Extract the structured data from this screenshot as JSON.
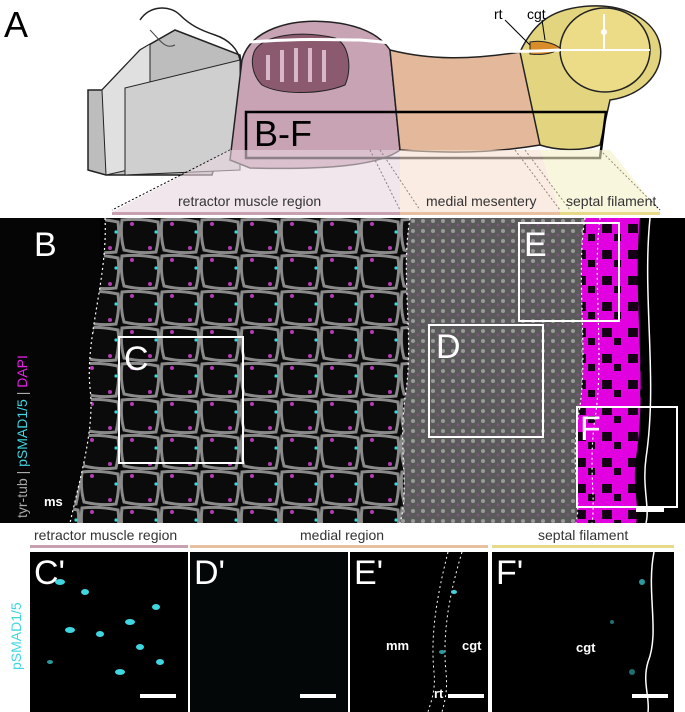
{
  "panel_a": {
    "letter": "A",
    "label_rt": "rt",
    "label_cgt": "cgt",
    "label_region_box": "B-F"
  },
  "region_labels": {
    "retractor": "retractor muscle region",
    "medial": "medial mesentery",
    "septal": "septal filament"
  },
  "side_label": {
    "tyr": "tyr-tub",
    "sep1": " | ",
    "psmad": "pSMAD1/5",
    "sep2": " | ",
    "dapi": "DAPI"
  },
  "panel_b": {
    "letter": "B",
    "ms": "ms",
    "box_c": "C",
    "box_d": "D",
    "box_e": "E",
    "box_f": "F"
  },
  "lower_labels": {
    "retractor": "retractor muscle region",
    "medial": "medial region",
    "septal": "septal filament"
  },
  "lower_side_label": "pSMAD1/5",
  "panels_lower": [
    {
      "letter": "C'"
    },
    {
      "letter": "D'"
    },
    {
      "letter": "E'",
      "mm": "mm",
      "rt": "rt",
      "cgt": "cgt"
    },
    {
      "letter": "F'",
      "cgt": "cgt"
    }
  ],
  "colors": {
    "retractor": "#c9a0b0",
    "medial": "#e8c0a0",
    "septal": "#e6d98a",
    "cyan": "#3fd6e0",
    "magenta": "#e81ee8"
  }
}
